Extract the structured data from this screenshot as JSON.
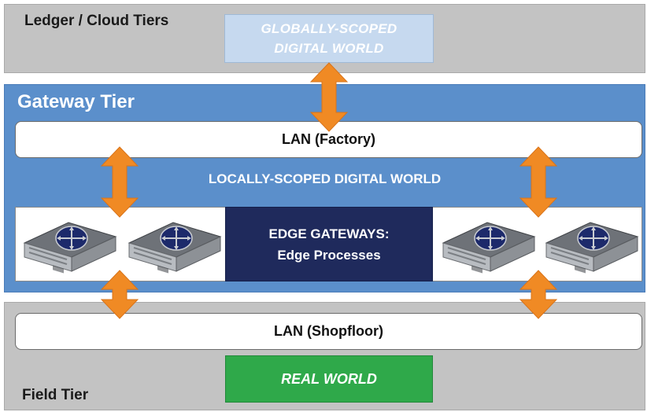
{
  "tiers": {
    "cloud_label": "Ledger / Cloud Tiers",
    "gateway_label": "Gateway Tier",
    "field_label": "Field Tier"
  },
  "global_world": {
    "line1": "GLOBALLY-SCOPED",
    "line2": "DIGITAL WORLD"
  },
  "lan_factory": "LAN (Factory)",
  "local_world": "LOCALLY-SCOPED DIGITAL WORLD",
  "edge_gateways": {
    "line1": "EDGE GATEWAYS:",
    "line2": "Edge Processes"
  },
  "lan_shopfloor": "LAN (Shopfloor)",
  "real_world": "REAL WORLD",
  "colors": {
    "tier_background": "#c3c3c3",
    "gateway_background": "#5b8fcb",
    "arrow": "#f08a24",
    "edge_box": "#1f2a5c",
    "real_world": "#2fa94a",
    "global_box": "#c6d9ef"
  },
  "icons": [
    "double-arrow-icon",
    "server-icon"
  ]
}
